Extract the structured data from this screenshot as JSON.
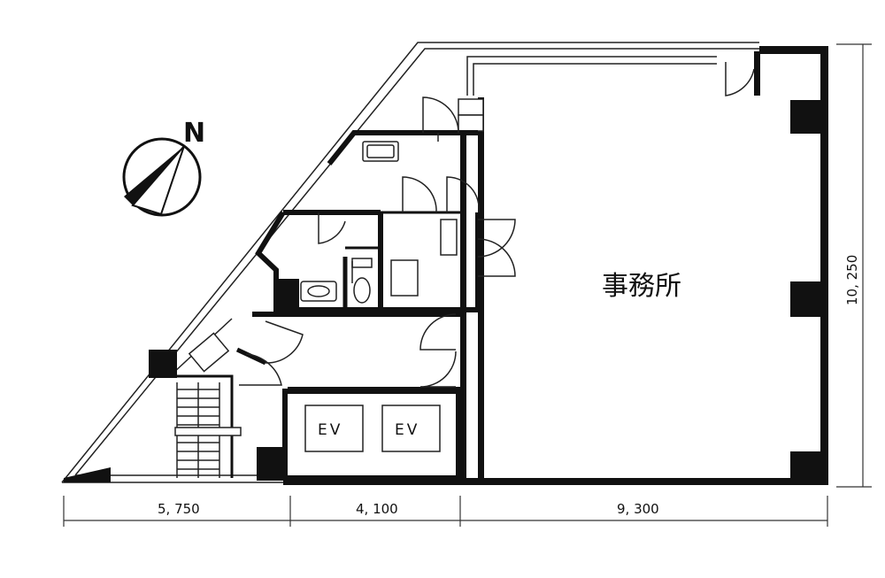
{
  "plan": {
    "room_label": "事務所",
    "elevators": [
      "EV",
      "EV"
    ],
    "compass_label": "N",
    "dimensions": {
      "bottom": [
        "5, 750",
        "4, 100",
        "9, 300"
      ],
      "right": "10, 250"
    }
  },
  "colors": {
    "wall": "#111111",
    "line": "#222222",
    "background": "#ffffff"
  }
}
